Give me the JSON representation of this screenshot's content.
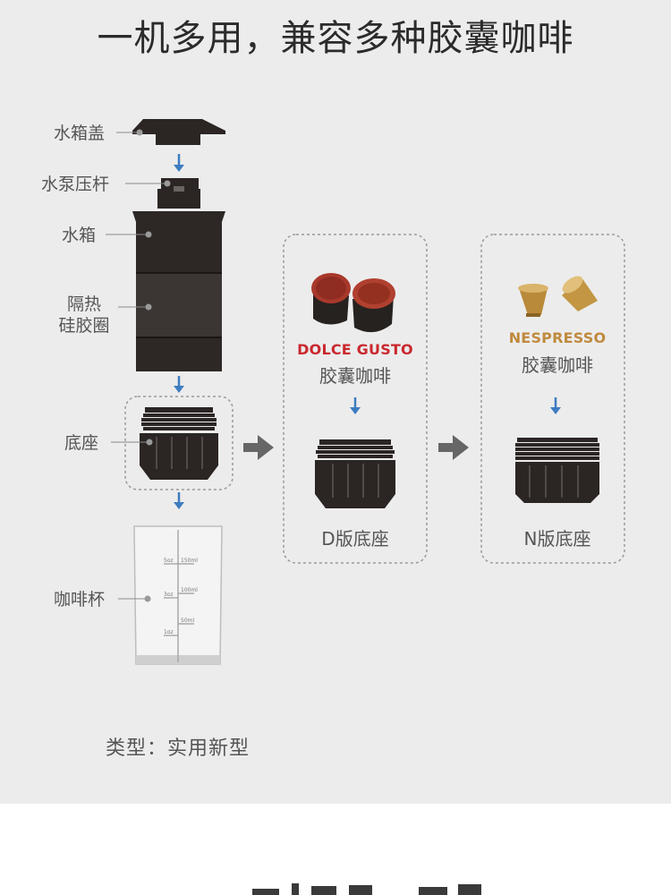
{
  "headline": "一机多用，兼容多种胶囊咖啡",
  "parts": {
    "lid": "水箱盖",
    "pump": "水泵压杆",
    "tank": "水箱",
    "ring_line1": "隔热",
    "ring_line2": "硅胶圈",
    "base": "底座",
    "cup": "咖啡杯"
  },
  "cup_marks": {
    "oz5": "5oz",
    "ml150": "150ml",
    "oz3": "3oz",
    "ml100": "100ml",
    "ml50": "50ml",
    "oz1": "1oz"
  },
  "dolce": {
    "brand": "DOLCE GUSTO",
    "desc": "胶囊咖啡",
    "base_label": "D版底座",
    "brand_color": "#c9282d"
  },
  "nespresso": {
    "brand": "NESPRESSO",
    "desc": "胶囊咖啡",
    "base_label": "N版底座",
    "brand_color": "#c08a3e"
  },
  "type_label": "类型：实用新型",
  "colors": {
    "panel_bg": "#ececec",
    "arrow_blue": "#3d7cc0",
    "device_dark": "#2d2726",
    "gray_arrow": "#666666"
  }
}
